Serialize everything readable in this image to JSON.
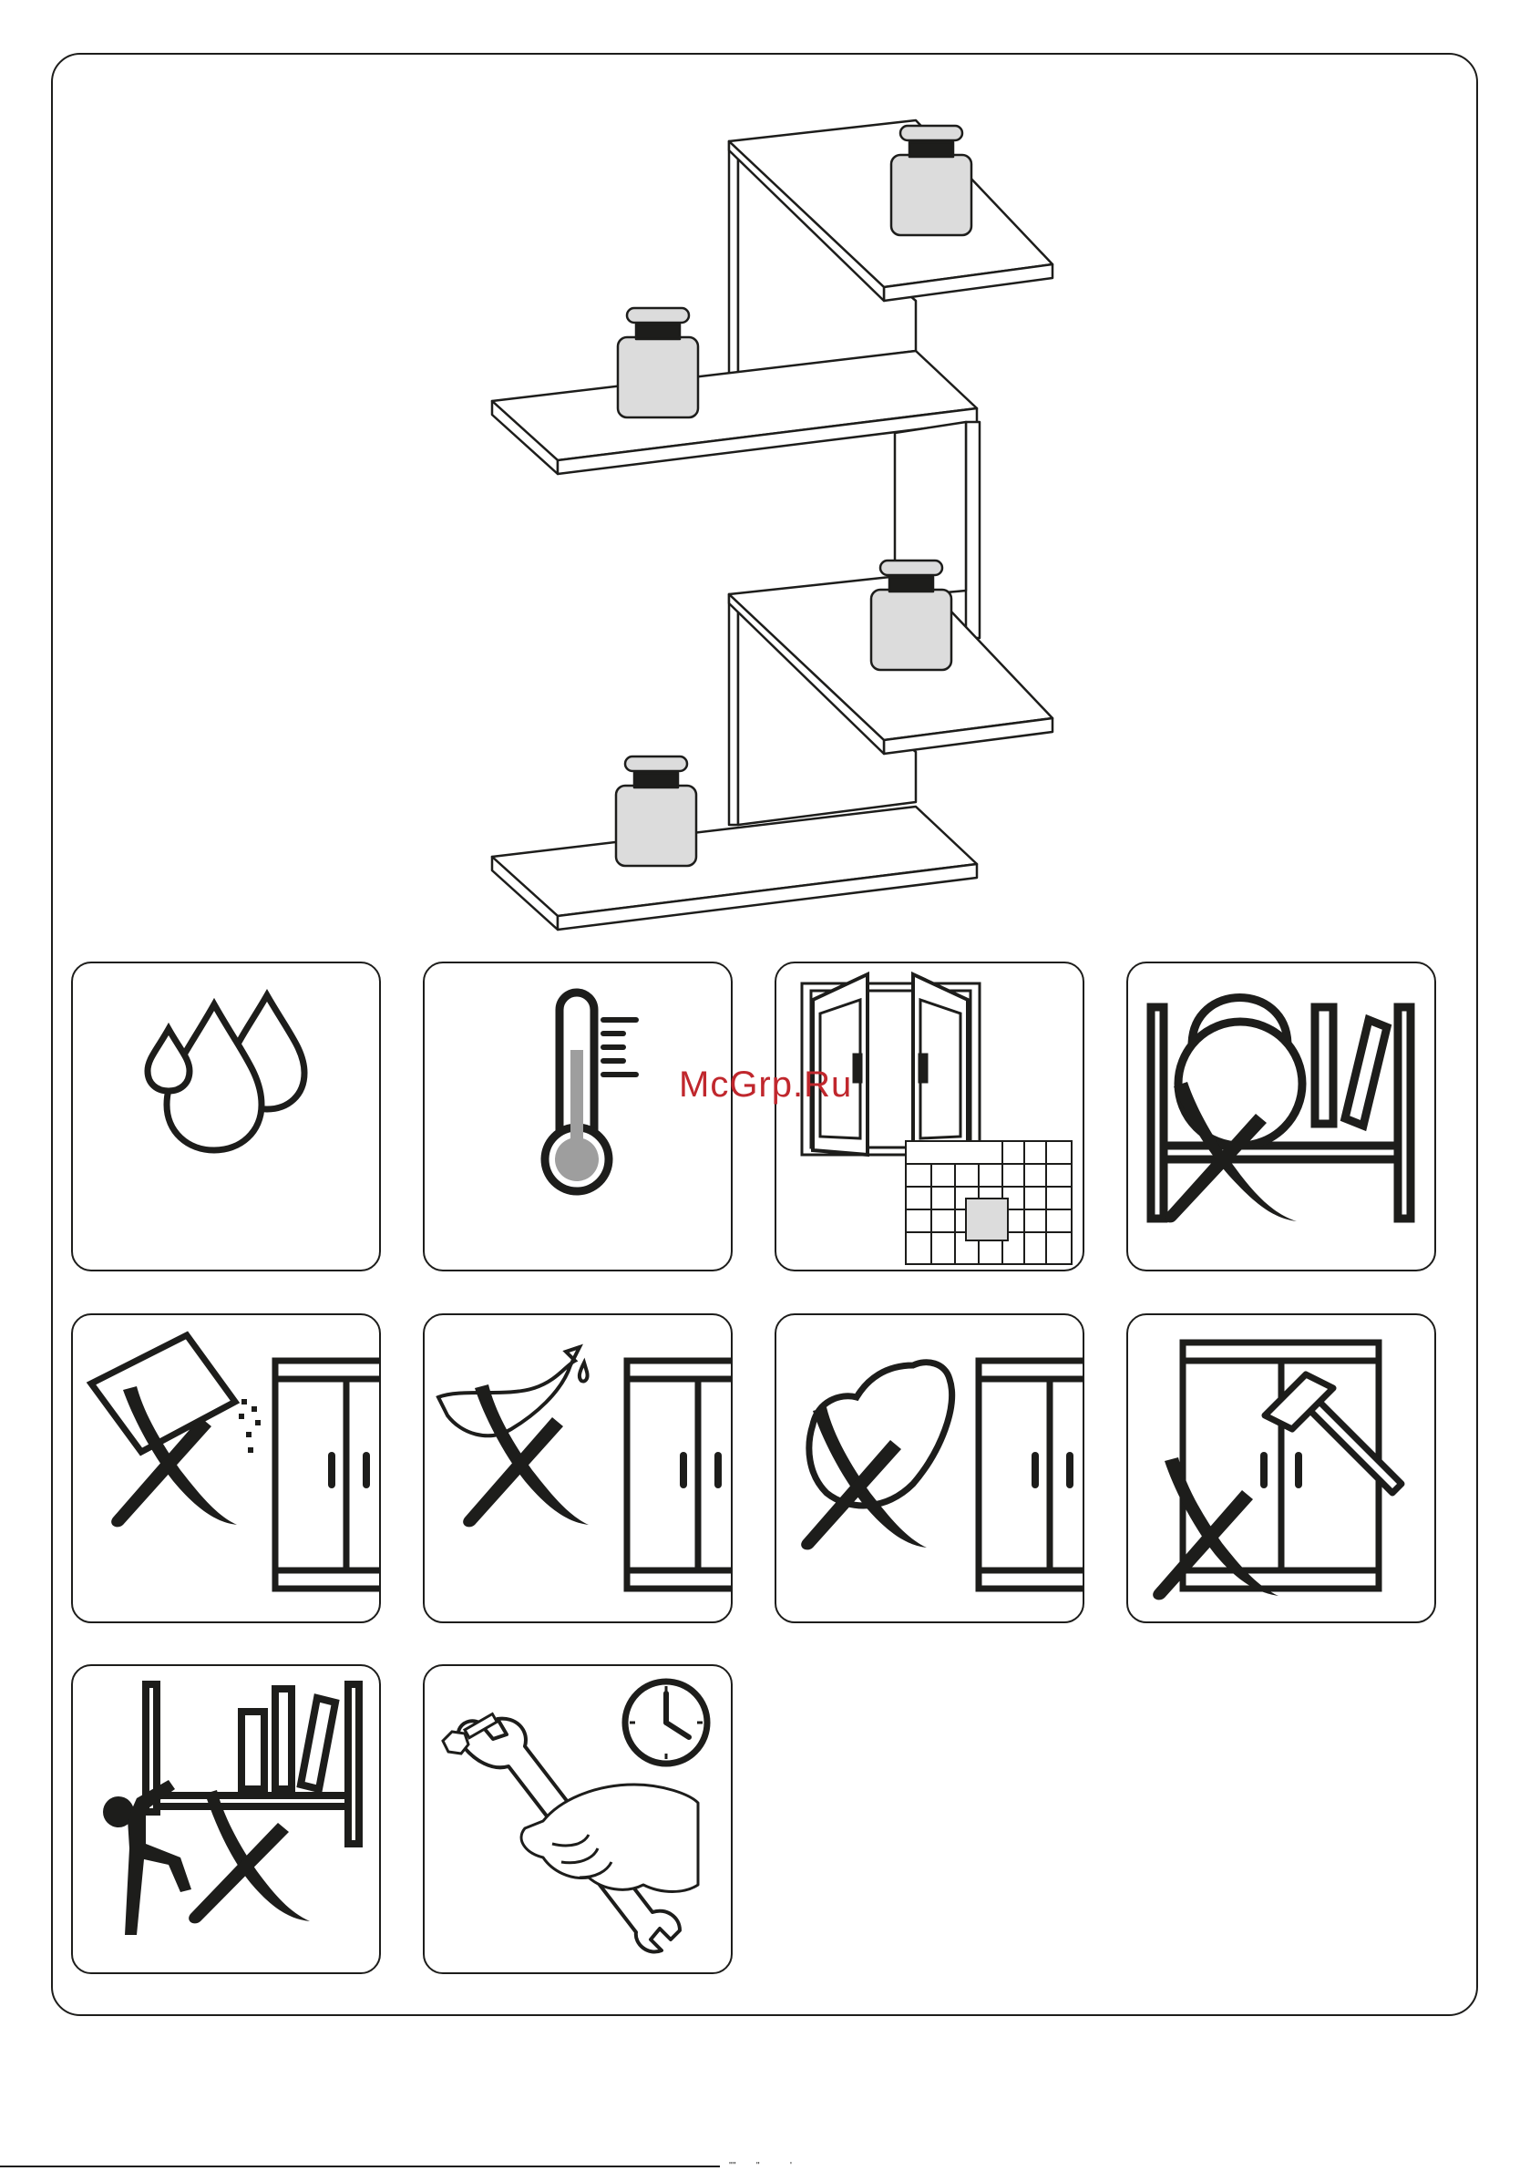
{
  "watermark": "McGrp.Ru",
  "footer": {
    "marks": "''''        ''            '"
  },
  "colors": {
    "ink": "#1d1d1b",
    "fill_gray": "#dcdcdc",
    "thermo_gray": "#9e9e9e",
    "watermark_red": "#c0272d"
  },
  "illustration": {
    "shelves": 4,
    "weights": 4,
    "icon": "shelf-with-weights"
  },
  "icons": [
    {
      "name": "water-drops-icon"
    },
    {
      "name": "thermometer-icon"
    },
    {
      "name": "window-and-tiles-icon"
    },
    {
      "name": "no-heavy-weight-icon"
    },
    {
      "name": "no-abrasive-cleaning-icon"
    },
    {
      "name": "no-chemical-spray-icon"
    },
    {
      "name": "no-wet-cloth-icon"
    },
    {
      "name": "no-hammering-icon"
    },
    {
      "name": "no-climbing-icon"
    },
    {
      "name": "periodic-tightening-icon"
    }
  ]
}
